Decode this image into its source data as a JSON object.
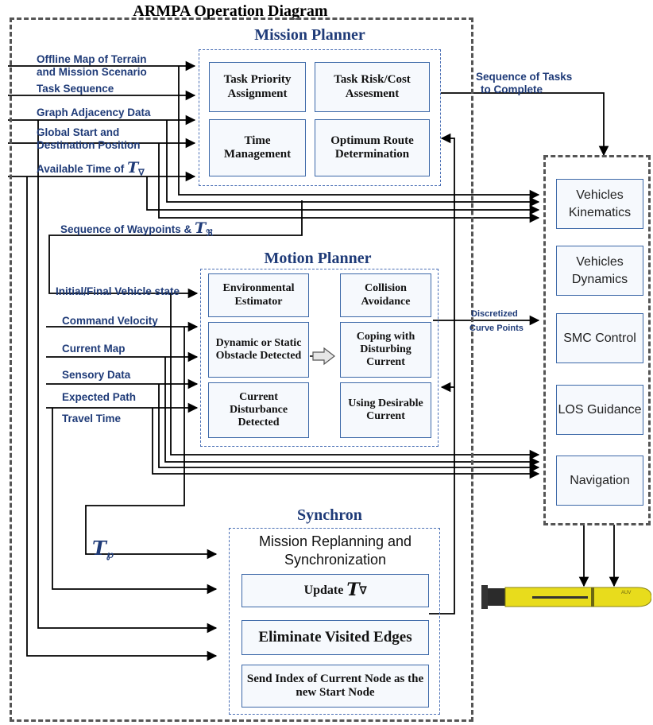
{
  "diagram_title": "ARMPA Operation Diagram",
  "mission_planner": {
    "title": "Mission Planner",
    "boxes": [
      "Task Priority Assignment",
      "Task Risk/Cost Assesment",
      "Time Management",
      "Optimum Route Determination"
    ]
  },
  "motion_planner": {
    "title": "Motion Planner",
    "boxes": [
      "Environmental Estimator",
      "Collision Avoidance",
      "Dynamic or Static Obstacle Detected",
      "Coping with Disturbing Current",
      "Current Disturbance Detected",
      "Using Desirable Current"
    ]
  },
  "synchron": {
    "title": "Synchron",
    "subtitle": "Mission Replanning and Synchronization",
    "update_label": "Update",
    "update_symbol": "T",
    "update_subscript": "∇",
    "eliminate_label": "Eliminate Visited Edges",
    "send_index_label": "Send Index of Current Node as the new Start Node"
  },
  "vehicle_blocks": [
    "Vehicles Kinematics",
    "Vehicles Dynamics",
    "SMC Control",
    "LOS Guidance",
    "Navigation"
  ],
  "inputs": {
    "offline_map_1": "Offline Map of Terrain",
    "offline_map_2": "and Mission Scenario",
    "task_sequence": "Task Sequence",
    "graph_adjacency": "Graph Adjacency Data",
    "global_start_1": "Global Start and",
    "global_start_2": "Destination Position",
    "available_time": "Available Time of",
    "available_time_symbol": "T",
    "available_time_sub": "∇",
    "sequence_waypoints": "Sequence of Waypoints &",
    "sequence_waypoints_symbol": "T",
    "sequence_waypoints_sub": "ℜ",
    "initial_final_state": "Initial/Final Vehicle state",
    "command_velocity": "Command Velocity",
    "current_map": "Current Map",
    "sensory_data": "Sensory Data",
    "expected_path": "Expected Path",
    "travel_time": "Travel Time",
    "t_p_symbol": "T",
    "t_p_sub": "℘"
  },
  "outputs": {
    "sequence_tasks_1": "Sequence of Tasks",
    "sequence_tasks_2": "to Complete",
    "discretized_1": "Discretized",
    "discretized_2": "Curve Points"
  },
  "auv_label": "AUV",
  "colors": {
    "box_border": "#3c68a8",
    "label_text": "#1f3b78",
    "auv_body": "#e8dc1c"
  }
}
